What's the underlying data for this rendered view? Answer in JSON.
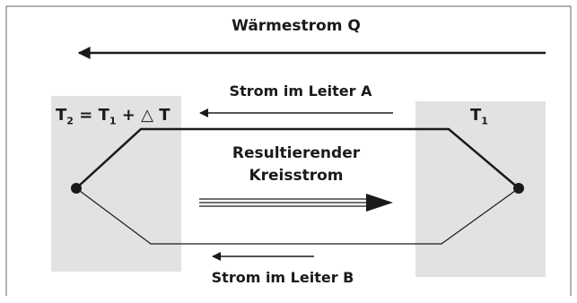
{
  "diagram": {
    "heat_flow_label": "Wärmestrom Q",
    "current_a_label": "Strom im Leiter A",
    "current_b_label": "Strom im Leiter B",
    "resulting_current_label": [
      "Resultierender",
      "Kreisstrom"
    ],
    "hot_junction": {
      "temp_symbol": "T",
      "temp_subscript": "2",
      "equals": " = ",
      "ref_symbol": "T",
      "ref_subscript": "1",
      "plus": " + ",
      "delta": "△",
      "delta_symbol": " T"
    },
    "cold_junction": {
      "temp_symbol": "T",
      "temp_subscript": "1"
    },
    "colors": {
      "line": "#1a1a1a",
      "junction_box": "#e2e2e2",
      "frame": "#666666"
    }
  }
}
